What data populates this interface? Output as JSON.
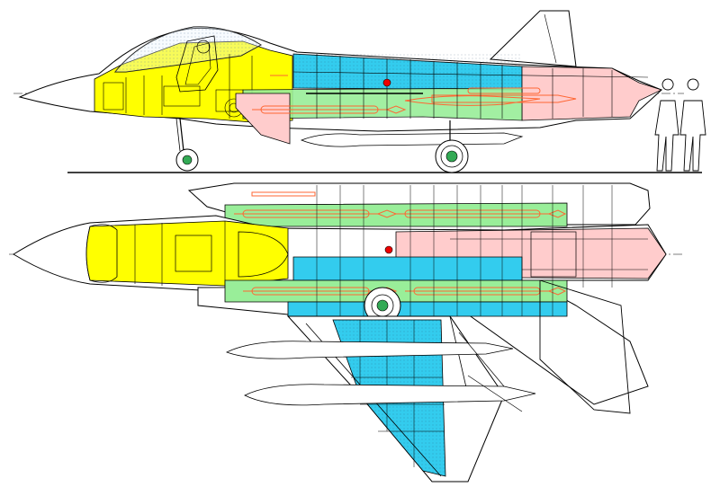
{
  "colors": {
    "cockpit": "#ffff00",
    "fuel": "#33ccee",
    "fuel_alt": "#66ddf0",
    "engine": "#ffcccc",
    "weapons_bay": "#99ee99",
    "weapon_outline": "#ff6633",
    "outline": "#000000",
    "marker": "#ee0000",
    "wheel_hub": "#33aa55"
  },
  "views": [
    {
      "view": "side"
    },
    {
      "view": "top"
    }
  ],
  "figures": {
    "people_count": 2
  }
}
